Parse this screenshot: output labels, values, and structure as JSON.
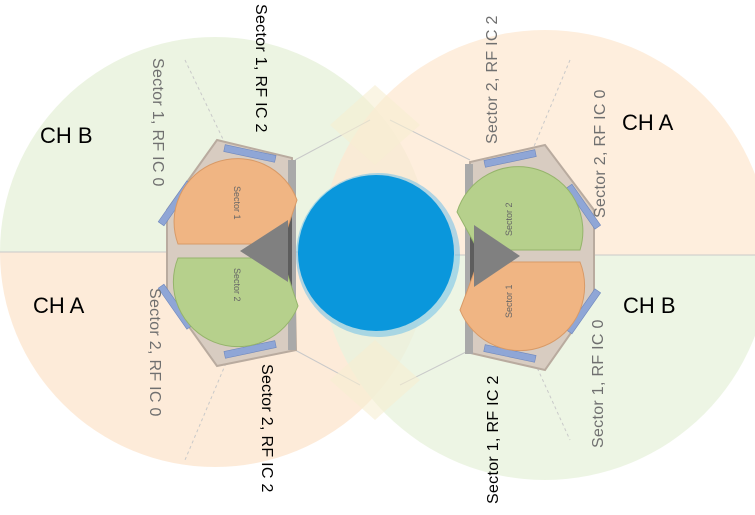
{
  "colors": {
    "orange_zone": "#fde8d2",
    "green_zone": "#e9f2dd",
    "orange_sector": "#f0b583",
    "green_sector": "#b6d08c",
    "blue_circle": "#0a97dc",
    "device_body": "#d8ccc1",
    "antenna_bar": "#8fa6d6"
  },
  "channels": {
    "left_top": "CH B",
    "left_bottom": "CH A",
    "right_top": "CH A",
    "right_bottom": "CH B"
  },
  "labels": {
    "left_top_inner": "Sector 1, RF IC 0",
    "left_top_outer": "Sector 1, RF IC 2",
    "left_bottom_inner": "Sector 2, RF IC 0",
    "left_bottom_outer": "Sector 2, RF IC 2",
    "right_top_outer": "Sector 2, RF IC 2",
    "right_top_inner": "Sector 2, RF IC 0",
    "right_bottom_outer": "Sector 1, RF IC 2",
    "right_bottom_inner": "Sector 1, RF IC 0"
  },
  "device_left": {
    "sector_top": "Sector 1",
    "sector_bottom": "Sector 2"
  },
  "device_right": {
    "sector_top": "Sector 2",
    "sector_bottom": "Sector 1"
  }
}
